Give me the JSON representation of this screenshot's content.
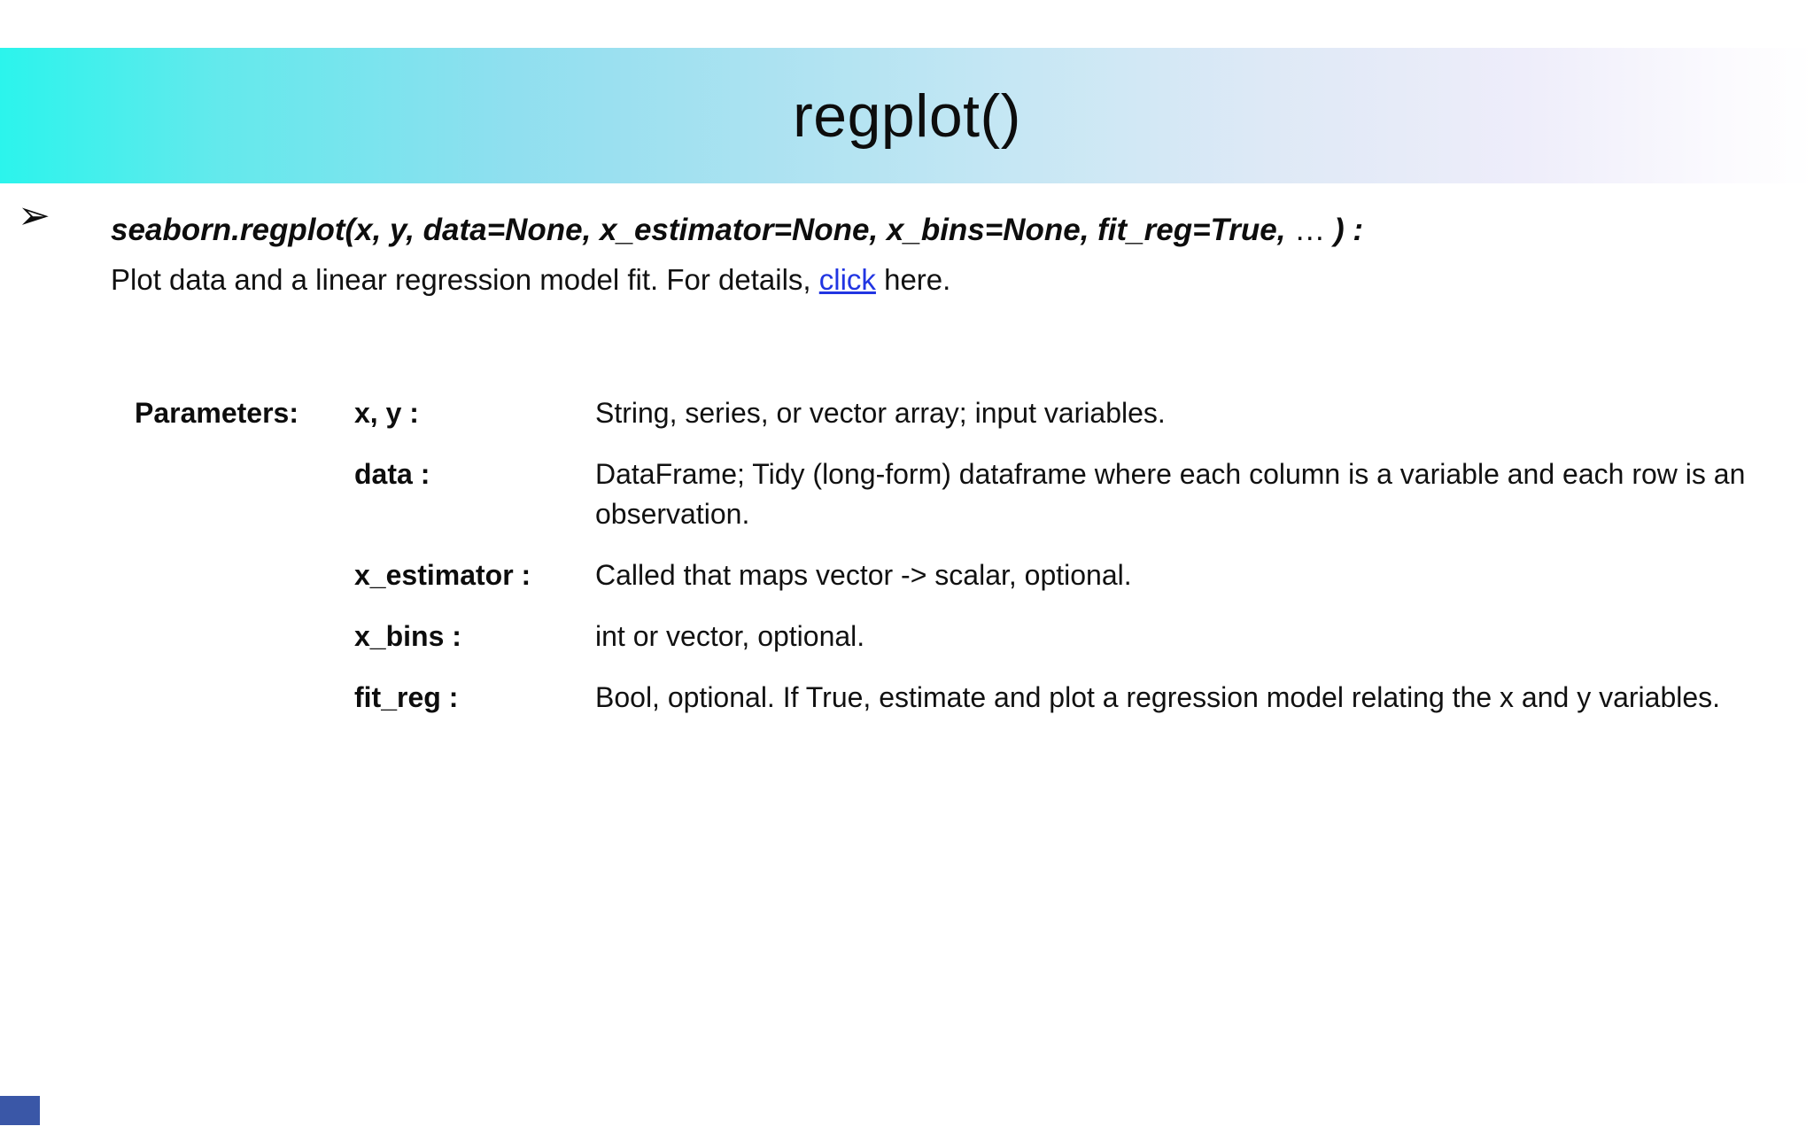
{
  "banner": {
    "title": "regplot()"
  },
  "bullet": {
    "marker": "➢",
    "signature_main": "seaborn.regplot(x, y, data=None, x_estimator=None, x_bins=None, fit_reg=True,",
    "signature_ellipsis": " … ",
    "signature_end": ") :",
    "desc_before_link": "Plot data and a linear regression model fit. For details, ",
    "desc_link": "click",
    "desc_after_link": " here."
  },
  "parameters": {
    "label": "Parameters:",
    "rows": [
      {
        "name": "x, y :",
        "desc": "String, series, or vector array; input variables."
      },
      {
        "name": "data :",
        "desc": "DataFrame; Tidy (long-form) dataframe where each column is a variable and each row is an observation."
      },
      {
        "name": "x_estimator :",
        "desc": "Called that maps vector -> scalar, optional."
      },
      {
        "name": "x_bins :",
        "desc": "int or vector, optional."
      },
      {
        "name": "fit_reg :",
        "desc": "Bool, optional. If True, estimate and plot a regression model relating the x and y variables."
      }
    ]
  },
  "colors": {
    "banner_gradient_start": "#2bf4ec",
    "banner_gradient_end": "#ffffff",
    "link": "#2135e2",
    "corner_accent": "#3a57a7"
  }
}
